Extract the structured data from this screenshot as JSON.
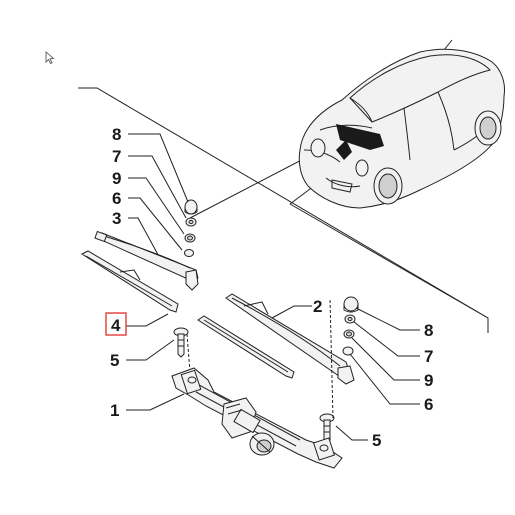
{
  "diagram": {
    "callouts": {
      "left_8": "8",
      "left_7": "7",
      "left_9": "9",
      "left_6": "6",
      "left_3": "3",
      "left_4": "4",
      "left_5": "5",
      "left_1": "1",
      "right_2": "2",
      "right_8": "8",
      "right_7": "7",
      "right_9": "9",
      "right_6": "6",
      "right_5": "5"
    },
    "colors": {
      "highlight_box": "#e23b3b",
      "line": "#222222",
      "part_fill": "#f2f2f2"
    }
  }
}
